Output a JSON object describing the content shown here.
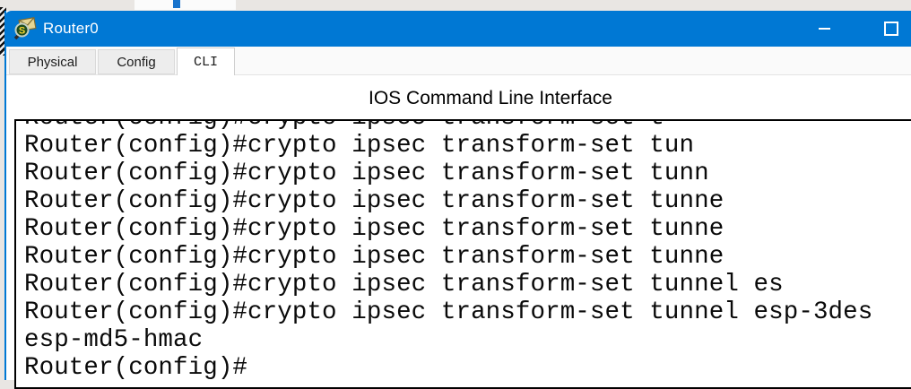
{
  "window": {
    "title": "Router0",
    "controls": {
      "minimize": "minimize",
      "maximize": "maximize"
    },
    "icon": "packet-tracer-icon"
  },
  "tabs": [
    {
      "label": "Physical",
      "active": false
    },
    {
      "label": "Config",
      "active": false
    },
    {
      "label": "CLI",
      "active": true
    }
  ],
  "cli": {
    "heading": "IOS Command Line Interface",
    "clipped_line": "Router(config)#crypto ipsec transform-set t",
    "lines": [
      "Router(config)#crypto ipsec transform-set tun",
      "Router(config)#crypto ipsec transform-set tunn",
      "Router(config)#crypto ipsec transform-set tunne",
      "Router(config)#crypto ipsec transform-set tunne",
      "Router(config)#crypto ipsec transform-set tunne",
      "Router(config)#crypto ipsec transform-set tunnel es",
      "Router(config)#crypto ipsec transform-set tunnel esp-3des",
      "esp-md5-hmac",
      "Router(config)#"
    ]
  },
  "colors": {
    "titlebar_blue": "#0078d4",
    "terminal_border": "#000000",
    "terminal_text": "#0a0a0a",
    "tab_inactive_bg": "#ededed",
    "tab_active_bg": "#ffffff"
  }
}
